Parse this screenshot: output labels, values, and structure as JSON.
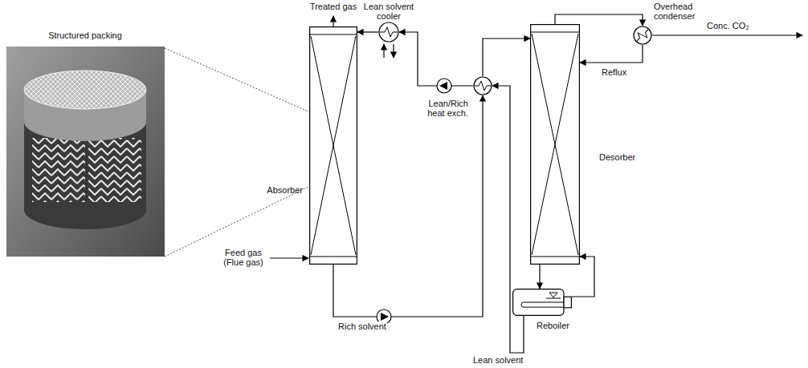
{
  "diagram": {
    "nodes": [
      {
        "text": [
          "Absorber"
        ]
      },
      {
        "text": [
          "Lean solvent cooler"
        ]
      },
      {
        "text": [
          "Lean/Rich heat exch."
        ]
      },
      {
        "text": [
          "Desorber"
        ]
      },
      {
        "text": [
          "Overhead condenser"
        ]
      },
      {
        "text": [
          "Reboiler"
        ]
      }
    ],
    "edges": [
      {
        "from": 0,
        "to": 2,
        "arrow": "to",
        "label": "Rich solvent"
      },
      {
        "from": 2,
        "to": 3,
        "arrow": "to"
      },
      {
        "from": 3,
        "to": 4,
        "arrow": "to"
      },
      {
        "from": 4,
        "to": 3,
        "arrow": "to",
        "label": "Reflux"
      },
      {
        "from": 3,
        "to": 5,
        "arrow": "to"
      },
      {
        "from": 5,
        "to": 3,
        "arrow": "to"
      },
      {
        "from": 5,
        "to": 2,
        "arrow": "to",
        "label": "Lean solvent"
      },
      {
        "from": 2,
        "to": 1,
        "arrow": "to"
      },
      {
        "from": 1,
        "to": 0,
        "arrow": "to"
      }
    ],
    "labels": [
      "Structured packing",
      "Treated gas",
      "Feed gas (Flue gas)",
      "Conc. CO₂"
    ]
  }
}
